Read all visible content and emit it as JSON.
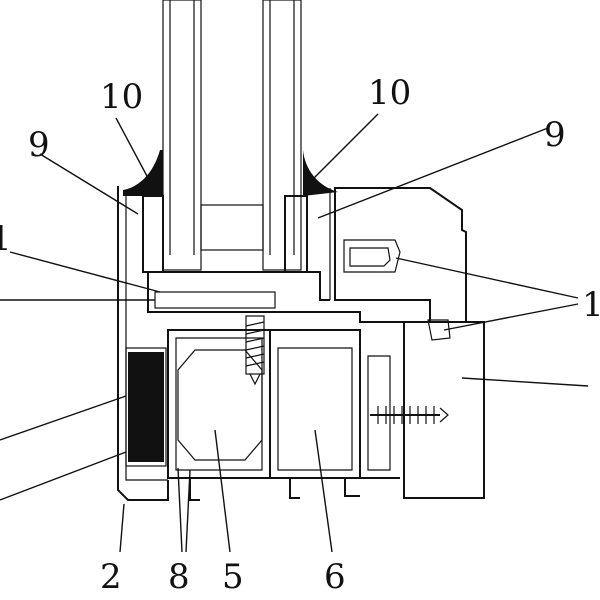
{
  "diagram": {
    "labels": {
      "l1": "1",
      "l2": "2",
      "l5": "5",
      "l6": "6",
      "l8": "8",
      "l9_left": "9",
      "l9_right": "9",
      "l10_left": "10",
      "l10_right": "10"
    }
  }
}
